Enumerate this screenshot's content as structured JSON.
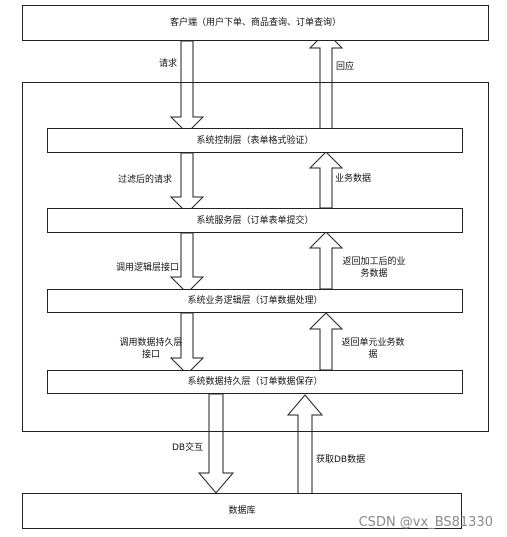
{
  "client": {
    "label": "客户端（用户下单、商品查询、订单查询）"
  },
  "layers": [
    {
      "label": "系统控制层（表单格式验证）"
    },
    {
      "label": "系统服务层（订单表单提交）"
    },
    {
      "label": "系统业务逻辑层（订单数据处理）"
    },
    {
      "label": "系统数据持久层（订单数据保存）"
    }
  ],
  "database": {
    "label": "数据库"
  },
  "flows": {
    "request": "请求",
    "response": "回应",
    "filtered_request": "过滤后的请求",
    "business_data": "业务数据",
    "call_logic_interface": "调用逻辑层接口",
    "return_processed_data": "返回加工后的业\n务数据",
    "call_persistence_interface": "调用数据持久层\n接口",
    "return_unit_data": "返回单元业务数\n据",
    "db_interaction": "DB交互",
    "fetch_db_data": "获取DB数据"
  },
  "watermark": "CSDN @vx_BS81330"
}
